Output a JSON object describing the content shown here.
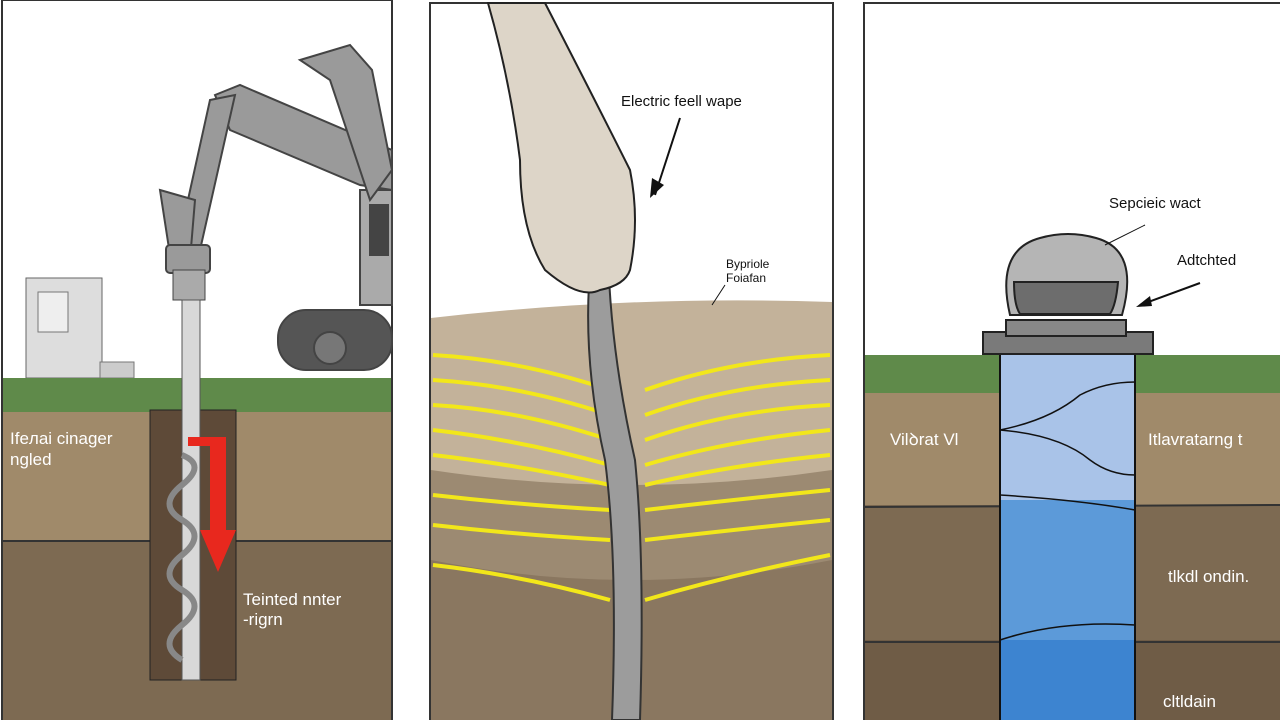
{
  "panels": [
    {
      "name": "auger-drilling",
      "labels": [
        "Ifeлai cinager",
        "ngled",
        "Teinted nnter",
        "-rigrn"
      ]
    },
    {
      "name": "hand-probe",
      "labels": [
        "Electric feell wape",
        "Bypriole",
        "Foiafan"
      ]
    },
    {
      "name": "well-cap",
      "labels": [
        "Sepcieic wact",
        "Adtchted",
        "Vilꝺrat Vl",
        "Itlavratarng t",
        "tlkdl ondin.",
        "cltldain"
      ]
    }
  ],
  "colors": {
    "grass": "#5f8a4a",
    "soil_upper": "#a08a6a",
    "soil_lower": "#7d6a52",
    "arrow": "#e8281e",
    "water_light": "#a9c3e8",
    "water_deep": "#3d84d0",
    "signal": "#f2e71a"
  }
}
